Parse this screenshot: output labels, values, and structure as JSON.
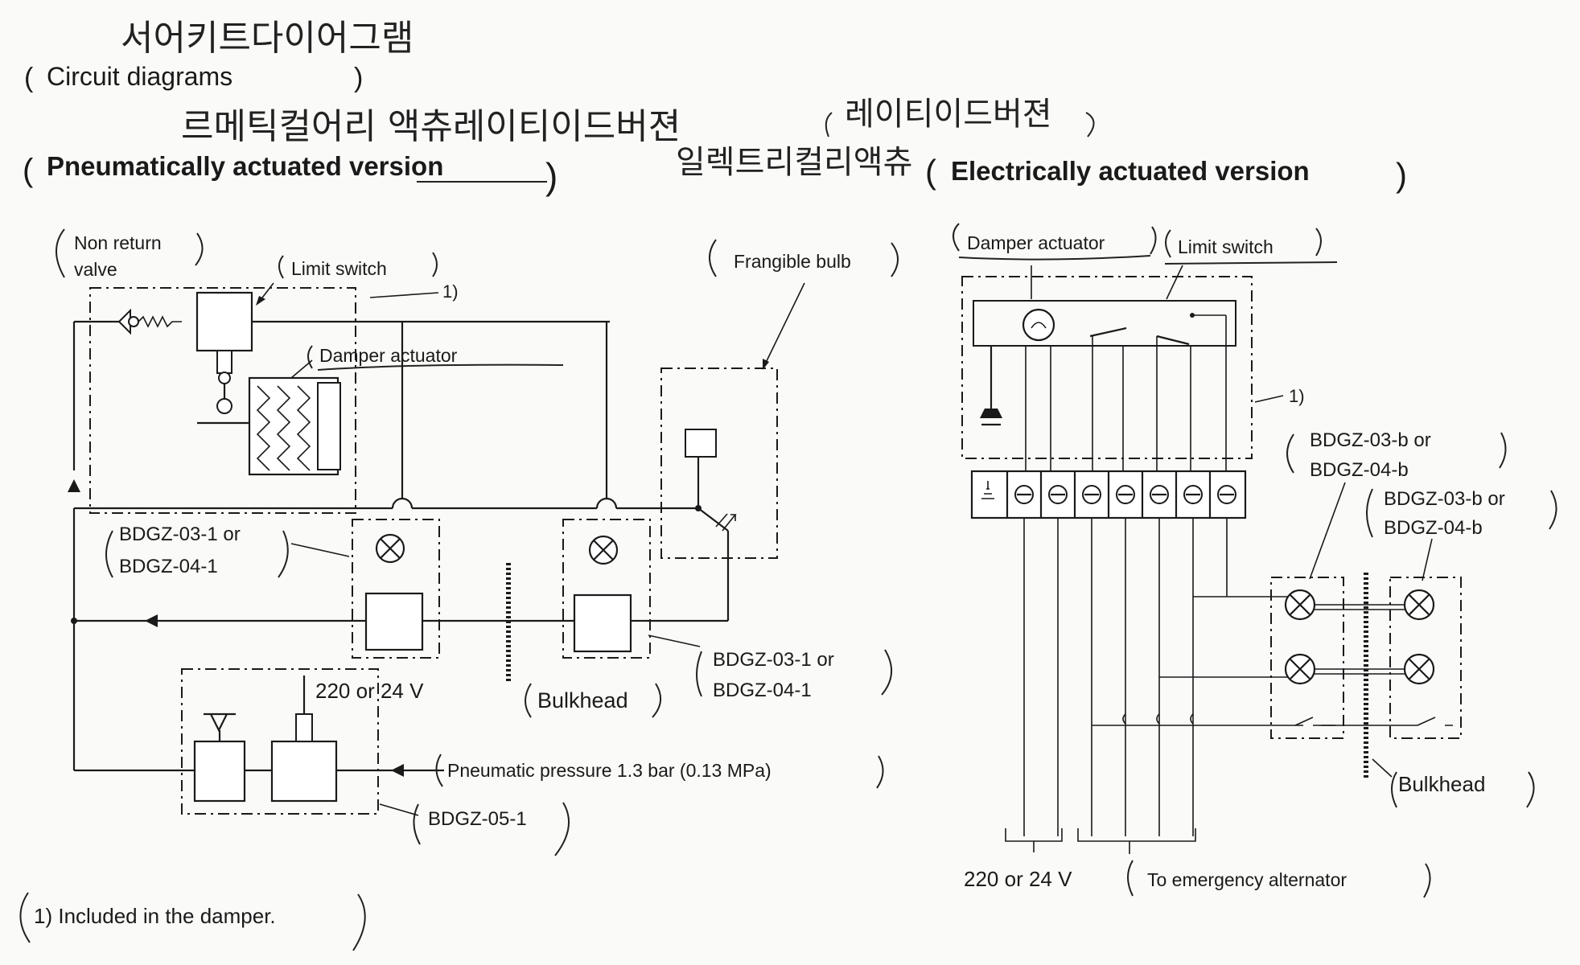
{
  "heading": {
    "korean_title": "서어키트다이어그램",
    "english_title": "Circuit diagrams"
  },
  "left": {
    "korean_caption": "르메틱컬어리 액츄레이티이드버젼",
    "title": "Pneumatically actuated version",
    "non_return_valve_1": "Non return",
    "non_return_valve_2": "valve",
    "limit_switch": "Limit switch",
    "note_ref": "1)",
    "damper_actuator": "Damper actuator",
    "frangible_bulb": "Frangible bulb",
    "bdgz_left_1": "BDGZ-03-1 or",
    "bdgz_left_2": "BDGZ-04-1",
    "bdgz_right_1": "BDGZ-03-1 or",
    "bdgz_right_2": "BDGZ-04-1",
    "voltage": "220 or 24 V",
    "bulkhead": "Bulkhead",
    "pneumatic": "Pneumatic pressure 1.3 bar (0.13 MPa)",
    "bdgz05": "BDGZ-05-1"
  },
  "right": {
    "korean_caption_top": "레이티이드버젼",
    "korean_caption": "일렉트리컬리액츄",
    "title": "Electrically actuated version",
    "damper_actuator": "Damper actuator",
    "limit_switch": "Limit switch",
    "note_ref": "1)",
    "bdgz_a_1": "BDGZ-03-b or",
    "bdgz_a_2": "BDGZ-04-b",
    "bdgz_b_1": "BDGZ-03-b or",
    "bdgz_b_2": "BDGZ-04-b",
    "bulkhead": "Bulkhead",
    "voltage": "220 or 24 V",
    "emergency": "To emergency alternator"
  },
  "footnote": "1)  Included in the damper."
}
